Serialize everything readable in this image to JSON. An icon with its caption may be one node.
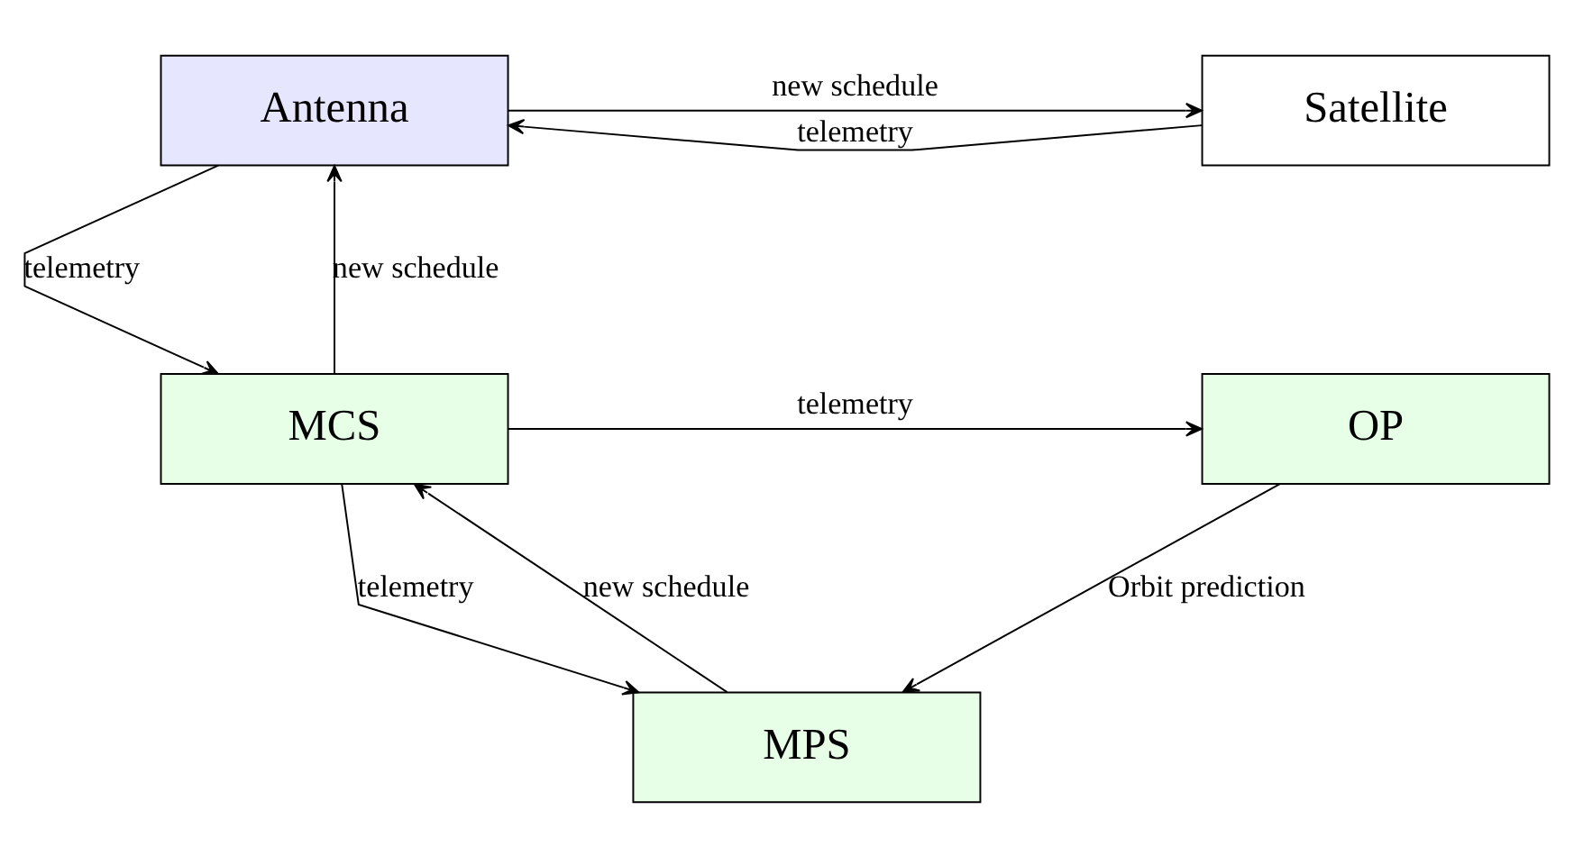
{
  "diagram": {
    "nodes": [
      {
        "text": [
          "Antenna"
        ]
      },
      {
        "text": [
          "Satellite"
        ]
      },
      {
        "text": [
          "MCS"
        ]
      },
      {
        "text": [
          "OP"
        ]
      },
      {
        "text": [
          "MPS"
        ]
      }
    ],
    "edges": [
      {
        "from": 1,
        "to": 0,
        "arrow": "to",
        "label": "telemetry"
      },
      {
        "from": 0,
        "to": 1,
        "arrow": "to",
        "label": "new schedule"
      },
      {
        "from": 0,
        "to": 2,
        "arrow": "to",
        "label": "telemetry"
      },
      {
        "from": 2,
        "to": 0,
        "arrow": "to",
        "label": "new schedule"
      },
      {
        "from": 2,
        "to": 3,
        "arrow": "to",
        "label": "telemetry"
      },
      {
        "from": 4,
        "to": 2,
        "arrow": "to",
        "label": "new schedule"
      },
      {
        "from": 2,
        "to": 4,
        "arrow": "to",
        "label": "telemetry"
      },
      {
        "from": 3,
        "to": 4,
        "arrow": "to",
        "label": "Orbit prediction"
      }
    ]
  }
}
